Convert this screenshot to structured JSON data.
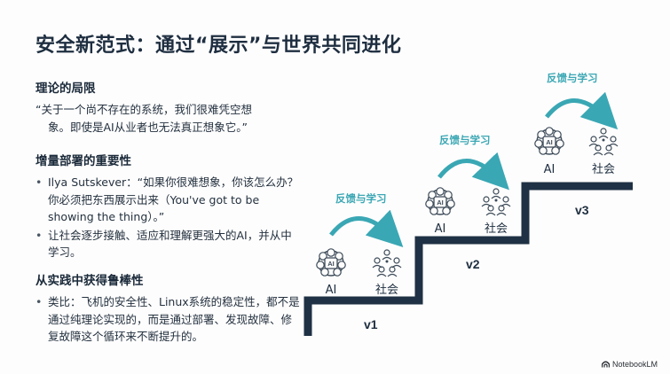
{
  "title": "安全新范式：通过“展示”与世界共同进化",
  "sections": [
    {
      "heading": "理论的局限",
      "quote_line1": "“关于一个尚不存在的系统，我们很难凭空想",
      "quote_line2": "象。即使是AI从业者也无法真正想象它。”"
    },
    {
      "heading": "增量部署的重要性",
      "bullets": [
        "Ilya Sutskever：“如果你很难想象，你该怎么办？你必须把东西展示出来（You've got to be showing the thing）。”",
        "让社会逐步接触、适应和理解更强大的AI，并从中学习。"
      ]
    },
    {
      "heading": "从实践中获得鲁棒性",
      "bullets": [
        "类比：飞机的安全性、Linux系统的稳定性，都不是通过纯理论实现的，而是通过部署、发现故障、修复故障这个循环来不断提升的。"
      ]
    }
  ],
  "diagram": {
    "steps": [
      {
        "label": "v1",
        "feedback": "反馈与学习",
        "ai": "AI",
        "society": "社会"
      },
      {
        "label": "v2",
        "feedback": "反馈与学习",
        "ai": "AI",
        "society": "社会"
      },
      {
        "label": "v3",
        "feedback": "反馈与学习",
        "ai": "AI",
        "society": "社会"
      }
    ],
    "brain_text": "AI",
    "colors": {
      "stair": "#1f3144",
      "arrow": "#3aa7b4",
      "icon": "#3c4a58"
    }
  },
  "brand": "NotebookLM"
}
